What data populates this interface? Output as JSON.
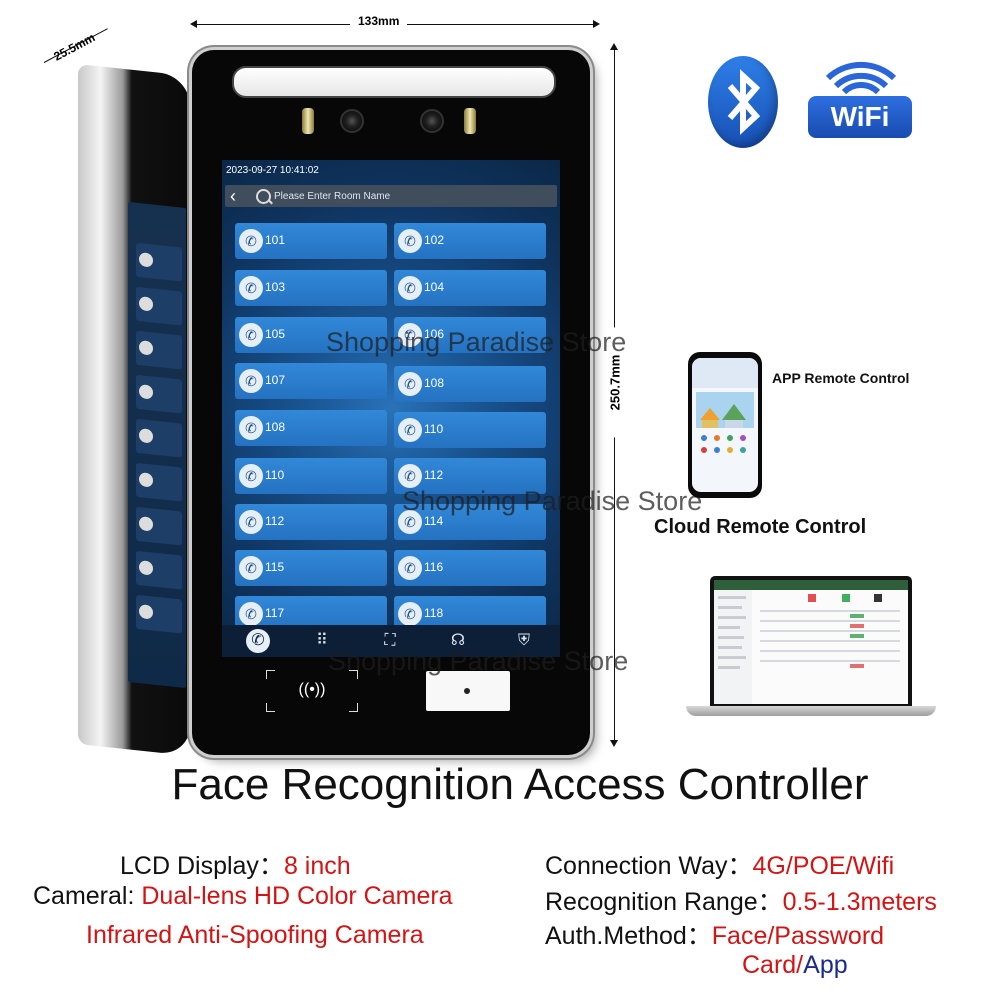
{
  "dimensions": {
    "width_label": "133mm",
    "height_label": "250.7mm",
    "depth_label": "25.5mm"
  },
  "device": {
    "datetime": "2023-09-27 10:41:02",
    "search_placeholder": "Please Enter Room Name",
    "back_icon": "chevron-left-icon",
    "rooms": [
      "101",
      "102",
      "103",
      "104",
      "105",
      "106",
      "107",
      "108",
      "108",
      "110",
      "110",
      "112",
      "112",
      "114",
      "115",
      "116",
      "117",
      "118"
    ],
    "dock_icons": [
      "phone-icon",
      "keypad-icon",
      "face-scan-icon",
      "support-icon",
      "lock-shield-icon"
    ],
    "nfc_icon": "nfc-icon"
  },
  "watermark": {
    "text": "Shopping Paradise Store"
  },
  "connectivity": {
    "bluetooth_icon": "bluetooth-icon",
    "wifi_label": "WiFi"
  },
  "remote": {
    "app_label": "APP Remote Control",
    "cloud_label": "Cloud Remote Control"
  },
  "title": "Face Recognition Access Controller",
  "specs": {
    "lcd_label": "LCD Display：",
    "lcd_value": "8 inch",
    "camera_label": "Cameral:",
    "camera_value_1": "Dual-lens HD Color Camera",
    "camera_value_2": "Infrared Anti-Spoofing Camera",
    "connection_label": "Connection Way：",
    "connection_value": "4G/POE/Wifi",
    "range_label": "Recognition Range：",
    "range_value": "0.5-1.3meters",
    "auth_label": "Auth.Method：",
    "auth_value_1": "Face/Password",
    "auth_value_2a": "Card/",
    "auth_value_2b": "App"
  },
  "colors": {
    "spec_value": "#d21414",
    "screen_tile": "#2e82d4",
    "bluetooth_blue": "#1f63cc"
  }
}
